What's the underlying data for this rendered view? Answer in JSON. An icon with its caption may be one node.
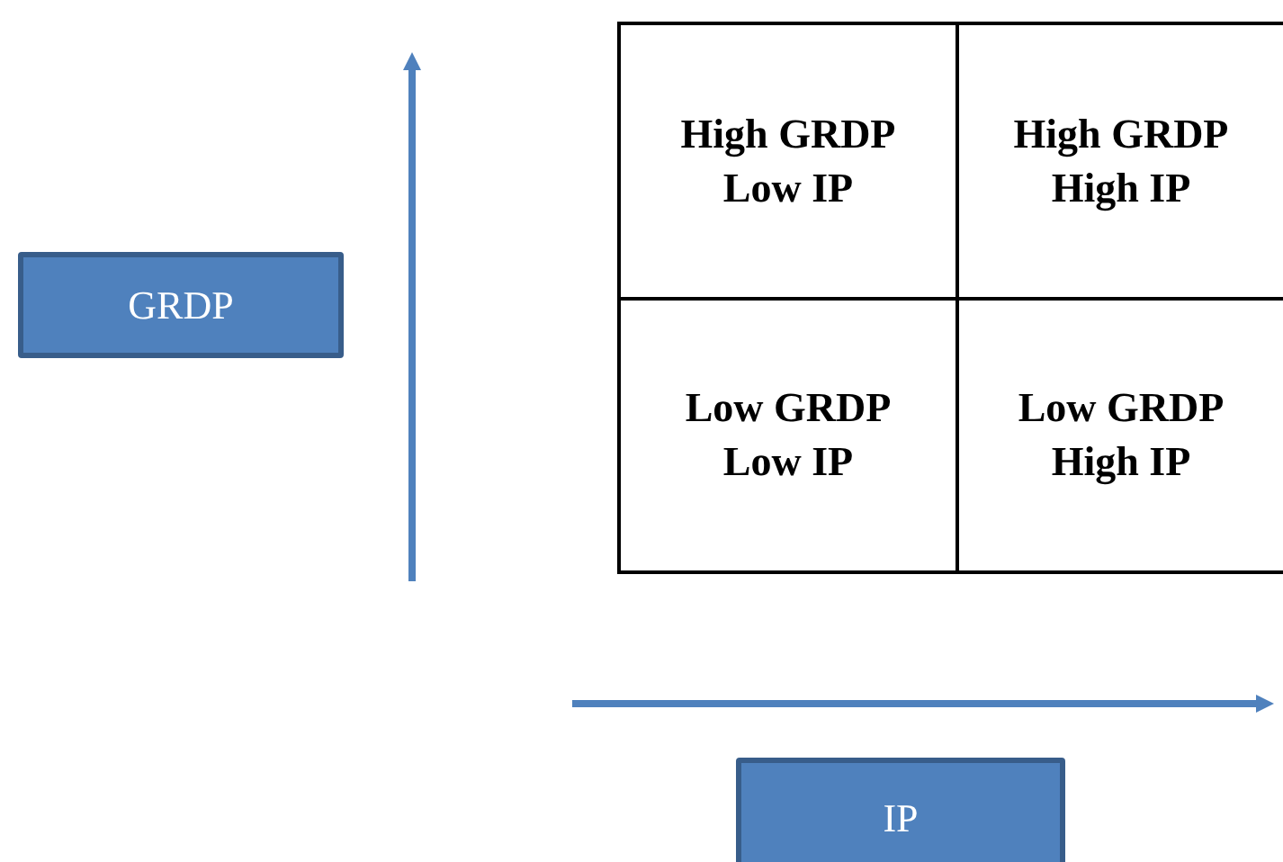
{
  "diagram": {
    "nodes": [
      {
        "text": [
          "GRDP"
        ]
      },
      {
        "text": [
          "High GRDP Low IP"
        ]
      },
      {
        "text": [
          "High GRDP High IP"
        ]
      },
      {
        "text": [
          "Low GRDP Low IP"
        ]
      },
      {
        "text": [
          "Low GRDP High IP"
        ]
      },
      {
        "text": [
          "IP"
        ]
      }
    ]
  }
}
